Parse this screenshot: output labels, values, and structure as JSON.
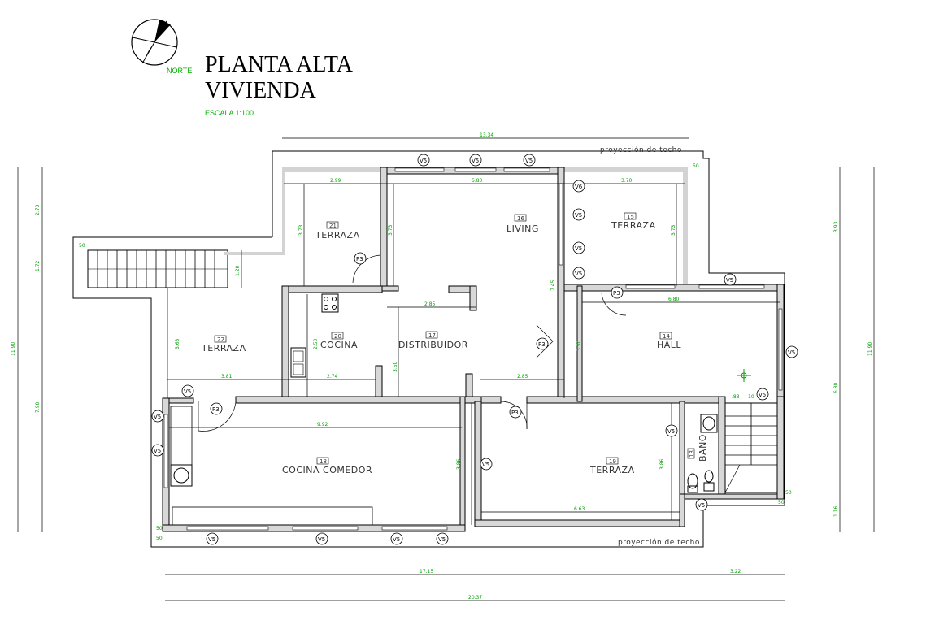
{
  "title": {
    "line1": "PLANTA ALTA",
    "line2": "VIVIENDA",
    "scale": "ESCALA 1:100",
    "north": "NORTE"
  },
  "projection_label": "proyección de techo",
  "rooms": [
    {
      "name": "TERRAZA",
      "num": "21"
    },
    {
      "name": "LIVING",
      "num": "16"
    },
    {
      "name": "TERRAZA",
      "num": "15"
    },
    {
      "name": "TERRAZA",
      "num": "22"
    },
    {
      "name": "COCINA",
      "num": "20"
    },
    {
      "name": "DISTRIBUIDOR",
      "num": "17"
    },
    {
      "name": "HALL",
      "num": "14"
    },
    {
      "name": "COCINA COMEDOR",
      "num": "18"
    },
    {
      "name": "TERRAZA",
      "num": "19"
    },
    {
      "name": "BAÑO",
      "num": "13"
    }
  ],
  "dimensions": {
    "d1334": "13.34",
    "d299": "2.99",
    "d580": "5.80",
    "d370": "3.70",
    "d050": "50",
    "d285": "2.85",
    "d680": "6.80",
    "d381": "3.81",
    "d274": "2.74",
    "d992": "9.92",
    "d663": "6.63",
    "d1715": "17.15",
    "d322": "3.22",
    "d2037": "20.37",
    "l273": "2.73",
    "l172": "1.72",
    "l1190": "11.90",
    "l790": "7.90",
    "r393": "3.93",
    "r1190": "11.90",
    "r680": "6.80",
    "r116": "1.16",
    "v373a": "3.73",
    "v373b": "3.73",
    "v373c": "3.73",
    "v120": "1.20",
    "v363": "3.63",
    "v250": "2.50",
    "v350a": "3.50",
    "v350b": "3.50",
    "v745": "7.45",
    "v386a": "3.86",
    "v386b": "3.86",
    "d83": ".83",
    "d10": "10"
  },
  "tags": {
    "v5": "V5",
    "p3": "P3",
    "v6": "V6"
  }
}
